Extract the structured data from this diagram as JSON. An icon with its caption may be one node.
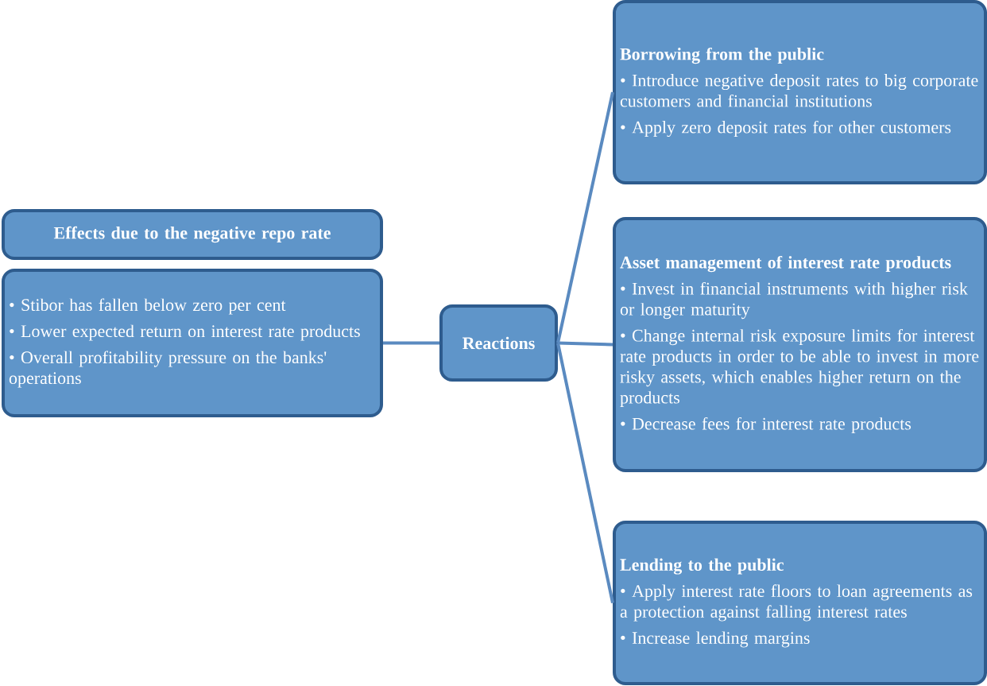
{
  "diagram": {
    "nodes": [
      {
        "text": [
          "Effects due to the negative repo rate"
        ]
      },
      {
        "text": [
          "• Stibor has fallen below zero per cent",
          "• Lower expected return on interest rate products",
          "• Overall profitability pressure on the banks' operations"
        ]
      },
      {
        "text": [
          "Reactions"
        ]
      },
      {
        "text": [
          "Borrowing from the public",
          "• Introduce negative deposit rates to big corporate customers and financial institutions",
          "• Apply zero deposit rates for other customers"
        ]
      },
      {
        "text": [
          "Asset management of interest rate products",
          "• Invest in financial instruments with higher risk or longer maturity",
          "• Change internal risk exposure limits for interest rate products in order to be able to invest in more risky assets, which enables higher return on the products",
          "• Decrease fees for interest rate products"
        ]
      },
      {
        "text": [
          "Lending to the public",
          "• Apply interest rate floors to loan agreements as a protection against falling interest rates",
          "• Increase lending margins"
        ]
      }
    ],
    "edges": [
      {
        "from": 1,
        "to": 2,
        "arrow": "none"
      },
      {
        "from": 2,
        "to": 3,
        "arrow": "none"
      },
      {
        "from": 2,
        "to": 4,
        "arrow": "none"
      },
      {
        "from": 2,
        "to": 5,
        "arrow": "none"
      }
    ]
  }
}
